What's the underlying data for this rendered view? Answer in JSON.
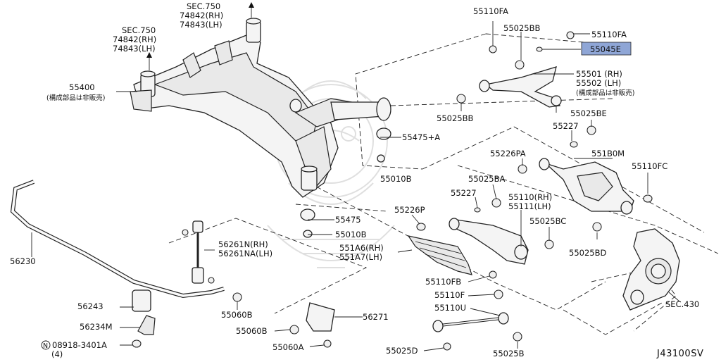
{
  "diagram": {
    "code": "J43100SV",
    "labels": {
      "sec750_left": [
        "SEC.750",
        "74842(RH)",
        "74843(LH)"
      ],
      "sec750_top": [
        "SEC.750",
        "74842(RH)",
        "74843(LH)"
      ],
      "p55400": "55400",
      "note_left": "(構成部品は非販売)",
      "p56230": "56230",
      "p56261": [
        "56261N(RH)",
        "56261NA(LH)"
      ],
      "p56243": "56243",
      "p56234M": "56234M",
      "p08918": "08918-3401A",
      "p08918_qty": "(4)",
      "p08918_prefix": "N",
      "p55060B_a": "55060B",
      "p55060B_b": "55060B",
      "p55060A": "55060A",
      "p56271": "56271",
      "p55025D": "55025D",
      "p55025B": "55025B",
      "p55110U": "55110U",
      "p55110F": "55110F",
      "p55110FB": "55110FB",
      "p551A6": [
        "551A6(RH)",
        "551A7(LH)"
      ],
      "p55226P": "55226P",
      "p55010B_a": "55010B",
      "p55010B_b": "55010B",
      "p55475": "55475",
      "p55475A": "55475+A",
      "p55110": [
        "55110(RH)",
        "55111(LH)"
      ],
      "p55025BC": "55025BC",
      "p55227_a": "55227",
      "p55227_b": "55227",
      "p55025BA": "55025BA",
      "p55226PA": "55226PA",
      "p551B0M": "551B0M",
      "p55110FC": "55110FC",
      "p55025BD": "55025BD",
      "p55025BE": "55025BE",
      "p55025BB_a": "55025BB",
      "p55025BB_b": "55025BB",
      "p55110FA_a": "55110FA",
      "p55110FA_b": "55110FA",
      "p55045E": "55045E",
      "p55501": [
        "55501 (RH)",
        "55502 (LH)"
      ],
      "note_right": "(構成部品は非販売)",
      "sec430": "SEC.430"
    },
    "highlight_color": "#8fa6d6"
  }
}
